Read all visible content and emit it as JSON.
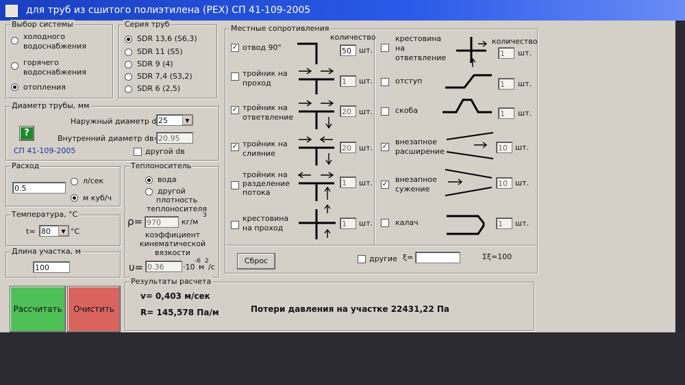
{
  "window": {
    "title": "для труб из сшитого полиэтилена (PEX) СП 41-109-2005"
  },
  "system": {
    "legend": "Выбор системы",
    "options": [
      "холодного водоснабжения",
      "горячего водоснабжения",
      "отопления"
    ],
    "selected": 2
  },
  "series": {
    "legend": "Серия труб",
    "options": [
      "SDR 13,6 (S6,3)",
      "SDR 11 (S5)",
      "SDR 9 (4)",
      "SDR 7,4 (S3,2)",
      "SDR 6 (2,5)"
    ],
    "selected": 0
  },
  "diameter": {
    "legend": "Диаметр трубы, мм",
    "outer_label": "Наружный диаметр dн=",
    "outer_value": "25",
    "inner_label": "Внутренний диаметр dв=",
    "inner_value": "20.95",
    "other_label": "другой dв",
    "help_glyph": "?",
    "help_caption": "СП 41-109-2005"
  },
  "flow": {
    "legend": "Расход",
    "value": "0.5",
    "unit_ls": "л/сек",
    "unit_m3h": "м куб/ч",
    "selected": "m3h"
  },
  "temperature": {
    "legend": "Температура, °C",
    "label": "t=",
    "value": "80",
    "unit": "°C"
  },
  "length": {
    "legend": "Длина участка, м",
    "value": "100"
  },
  "coolant": {
    "legend": "Теплоноситель",
    "options": [
      "вода",
      "другой"
    ],
    "selected": 0,
    "density_caption": "плотность теплоносителя",
    "rho_symbol": "ρ=",
    "rho_value": "970",
    "rho_unit": "кг/м",
    "rho_exp": "3",
    "visc_caption": "коэффициент кинематической вязкости",
    "nu_symbol": "υ=",
    "nu_value": "0.36",
    "nu_unit_1": "·10",
    "nu_exp_1": "-6",
    "nu_unit_2": "м",
    "nu_exp_2": "2",
    "nu_unit_3": "/с"
  },
  "local": {
    "legend": "Местные сопротивления",
    "qty_header": "количество",
    "unit": "шт.",
    "left": [
      {
        "label": "отвод 90°",
        "checked": true,
        "qty": "50"
      },
      {
        "label": "тройник на проход",
        "checked": false,
        "qty": "1"
      },
      {
        "label": "тройник на ответвление",
        "checked": true,
        "qty": "20"
      },
      {
        "label": "тройник на слияние",
        "checked": true,
        "qty": "20"
      },
      {
        "label": "тройник на разделение потока",
        "checked": false,
        "qty": "1"
      },
      {
        "label": "крестовина на проход",
        "checked": false,
        "qty": "1"
      }
    ],
    "right": [
      {
        "label": "крестовина на ответвление",
        "checked": false,
        "qty": "1"
      },
      {
        "label": "отступ",
        "checked": false,
        "qty": "1"
      },
      {
        "label": "скоба",
        "checked": false,
        "qty": "1"
      },
      {
        "label": "внезапное расширение",
        "checked": true,
        "qty": "10"
      },
      {
        "label": "внезапное сужение",
        "checked": true,
        "qty": "10"
      },
      {
        "label": "калач",
        "checked": false,
        "qty": "1"
      }
    ],
    "reset_label": "Сброс",
    "other_label": "другие",
    "xi_symbol": "ξ=",
    "xi_value": "",
    "sum_label": "Σξ=100"
  },
  "results": {
    "legend": "Результаты расчета",
    "velocity": "v= 0,403 м/сек",
    "r_value": "R= 145,578 Па/м",
    "loss": "Потери давления на участке 22431,22 Па"
  },
  "buttons": {
    "calculate": "Рассчитать",
    "clear": "Очистить"
  },
  "colors": {
    "calculate": "#4fbf57",
    "clear": "#d9645e",
    "titlebar": "#2a5ae8",
    "help_icon": "#1f8a2b"
  }
}
